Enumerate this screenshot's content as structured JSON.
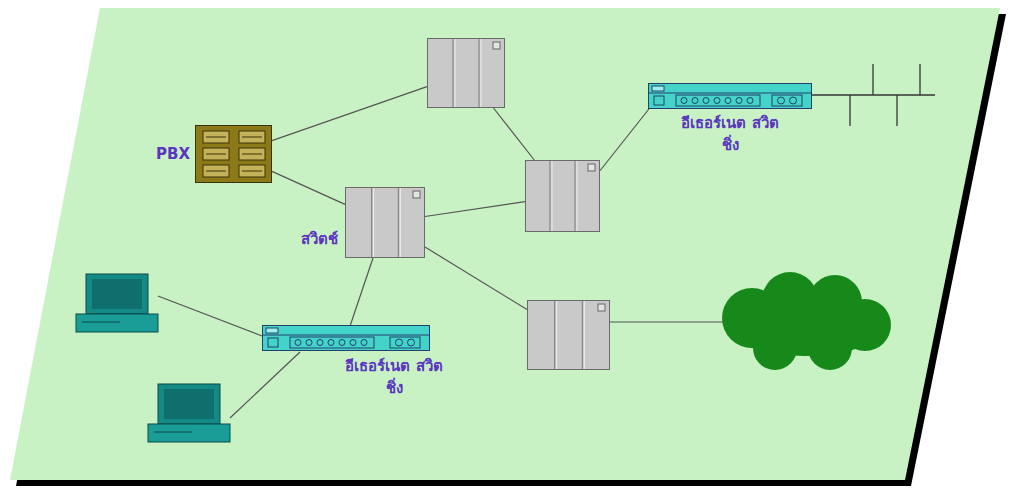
{
  "diagram": {
    "nodes": [
      {
        "text": []
      },
      {
        "text": [
          "อีเธอร์เนต สวิตชิ่ง"
        ]
      },
      {
        "text": [
          "PBX"
        ]
      },
      {
        "text": []
      },
      {
        "text": [
          "สวิตช์"
        ]
      },
      {
        "text": []
      },
      {
        "text": [
          "อีเธอร์เนต สวิตชิ่ง"
        ]
      }
    ],
    "edges": [
      {
        "from": 2,
        "to": 0,
        "arrow": "none"
      },
      {
        "from": 2,
        "to": 4,
        "arrow": "none"
      },
      {
        "from": 0,
        "to": 3,
        "arrow": "none"
      },
      {
        "from": 4,
        "to": 3,
        "arrow": "none"
      },
      {
        "from": 3,
        "to": 1,
        "arrow": "none"
      },
      {
        "from": 4,
        "to": 6,
        "arrow": "none"
      },
      {
        "from": 4,
        "to": 5,
        "arrow": "none"
      }
    ]
  }
}
